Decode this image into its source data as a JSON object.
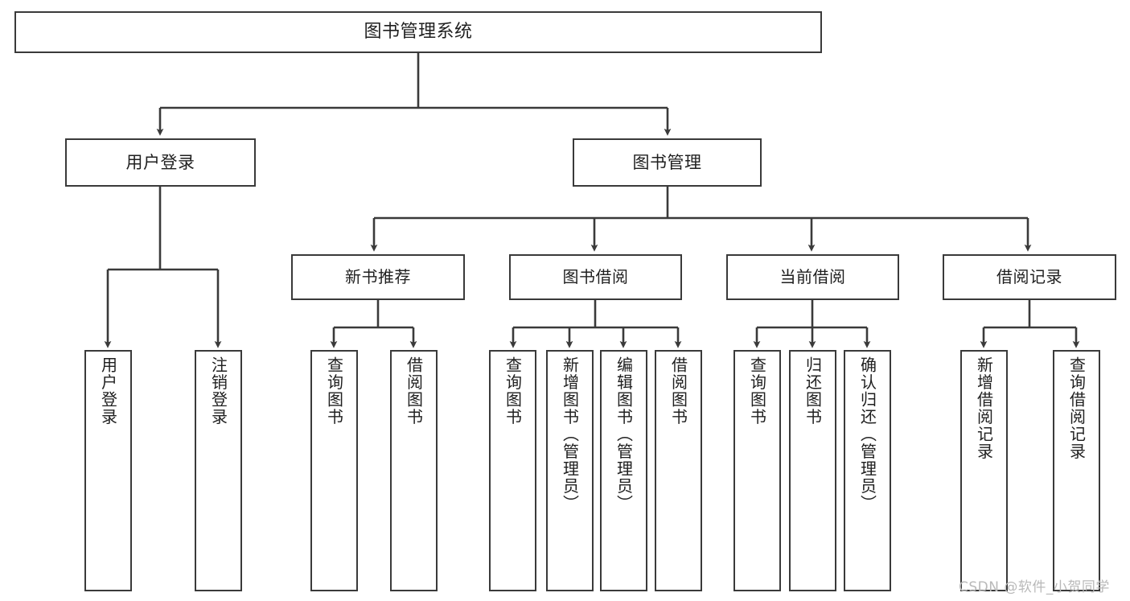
{
  "diagram": {
    "title": "图书管理系统",
    "type": "functional-structure-tree",
    "colors": {
      "background": "#ffffff",
      "stroke": "#3a3a3a",
      "text": "#1f1f1f",
      "watermark": "#b9b9b9"
    },
    "root": {
      "label": "图书管理系统"
    },
    "level2": [
      {
        "label": "用户登录"
      },
      {
        "label": "图书管理"
      }
    ],
    "level3": [
      {
        "label": "新书推荐"
      },
      {
        "label": "图书借阅"
      },
      {
        "label": "当前借阅"
      },
      {
        "label": "借阅记录"
      }
    ],
    "leaves": {
      "user_login": [
        {
          "label": "用户登录"
        },
        {
          "label": "注销登录"
        }
      ],
      "new_book_recommend": [
        {
          "label": "查询图书"
        },
        {
          "label": "借阅图书"
        }
      ],
      "book_borrow": [
        {
          "label": "查询图书"
        },
        {
          "label": "新增图书（管理员）"
        },
        {
          "label": "编辑图书（管理员）"
        },
        {
          "label": "借阅图书"
        }
      ],
      "current_borrow": [
        {
          "label": "查询图书"
        },
        {
          "label": "归还图书"
        },
        {
          "label": "确认归还（管理员）"
        }
      ],
      "borrow_records": [
        {
          "label": "新增借阅记录"
        },
        {
          "label": "查询借阅记录"
        }
      ]
    }
  },
  "watermark": {
    "text": "CSDN @软件_小贺同学"
  }
}
